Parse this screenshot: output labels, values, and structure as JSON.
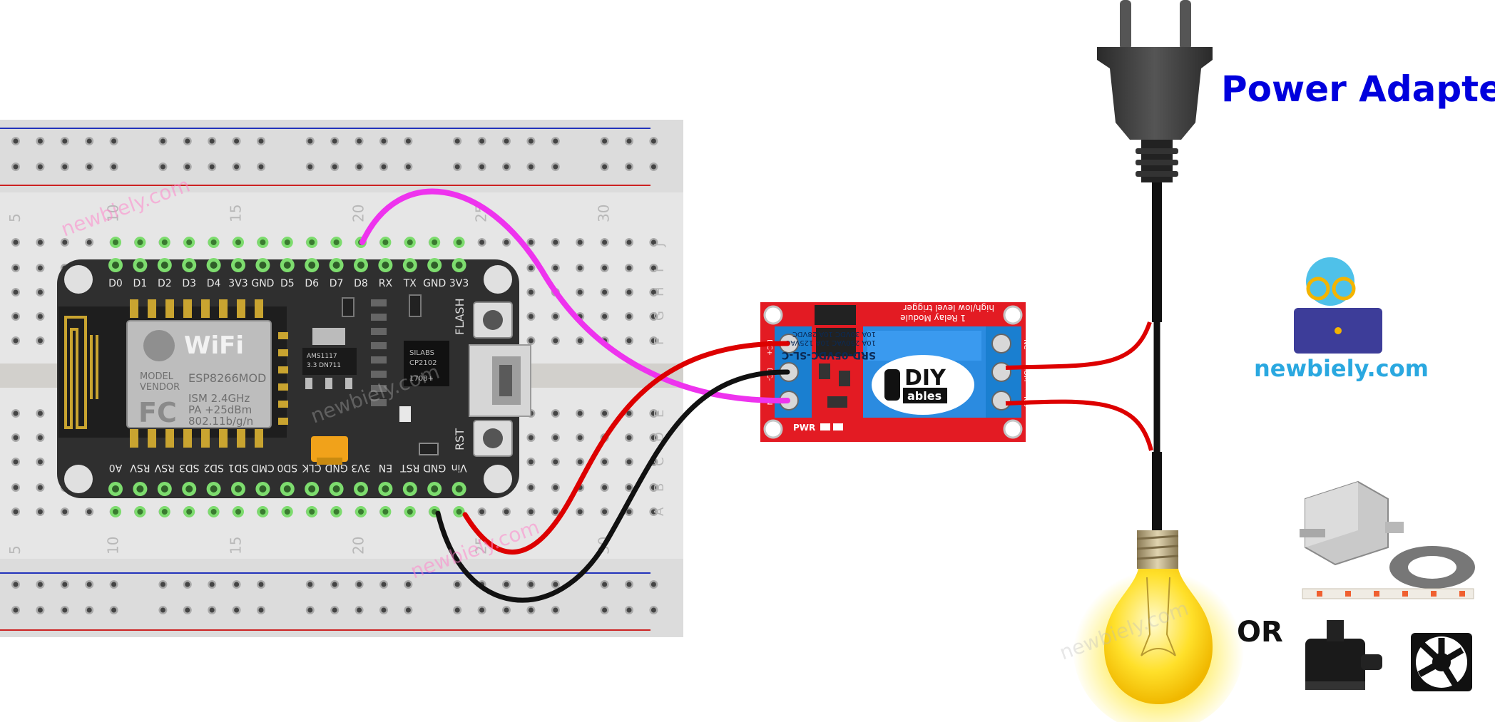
{
  "power_adapter_label": "Power Adapter",
  "or_label": "OR",
  "brand": {
    "name": "newbiely.com",
    "watermark": "newbiely.com"
  },
  "breadboard": {
    "column_numbers": [
      "5",
      "10",
      "15",
      "20",
      "25",
      "30"
    ],
    "row_letters_top": [
      "J",
      "I",
      "H",
      "G",
      "F"
    ],
    "row_letters_bottom": [
      "E",
      "D",
      "C",
      "B",
      "A"
    ]
  },
  "esp8266": {
    "top_pins": [
      "D0",
      "D1",
      "D2",
      "D3",
      "D4",
      "3V3",
      "GND",
      "D5",
      "D6",
      "D7",
      "D8",
      "RX",
      "TX",
      "GND",
      "3V3"
    ],
    "bottom_pins": [
      "A0",
      "RSV",
      "RSV",
      "SD3",
      "SD2",
      "SD1",
      "CMD",
      "SD0",
      "CLK",
      "GND",
      "3V3",
      "EN",
      "RST",
      "GND",
      "Vin"
    ],
    "module": {
      "wifi": "WiFi",
      "model_label": "MODEL",
      "vendor_label": "VENDOR",
      "model": "ESP8266MOD",
      "fc": "FC",
      "ism": "ISM 2.4GHz",
      "pa": "PA  +25dBm",
      "wifi_std": "802.11b/g/n"
    },
    "regulator": {
      "line1": "AMS1117",
      "line2": "3.3  DN711"
    },
    "usb_chip": {
      "line1": "SILABS",
      "line2": "CP2102",
      "line3": "1708+"
    },
    "flash_button": "FLASH",
    "rst_button": "RST"
  },
  "relay_module": {
    "header_line1": "1 Relay Module",
    "header_line2": "high/low level trigger",
    "relay_text": [
      "SRD-05VDC-SL-C",
      "10A 250VAC  10A 125VAC",
      "10A  30VDC  10A  28VDC"
    ],
    "brand_top": "DIY",
    "brand_bottom": "ables",
    "input_pins": [
      "DC+",
      "DC-",
      "IN"
    ],
    "output_pins": [
      "NC",
      "COM",
      "NO"
    ],
    "power_led": "PWR"
  },
  "colors": {
    "signal_wire": "#ee33ee",
    "power_wire": "#dd0000",
    "ground_wire": "#111111",
    "label_blue": "#0000dd",
    "brand_blue": "#2aa8e0",
    "relay_board": "#e31b23",
    "terminal_blue": "#1a7fd0",
    "pcb": "#2f2f2f"
  }
}
